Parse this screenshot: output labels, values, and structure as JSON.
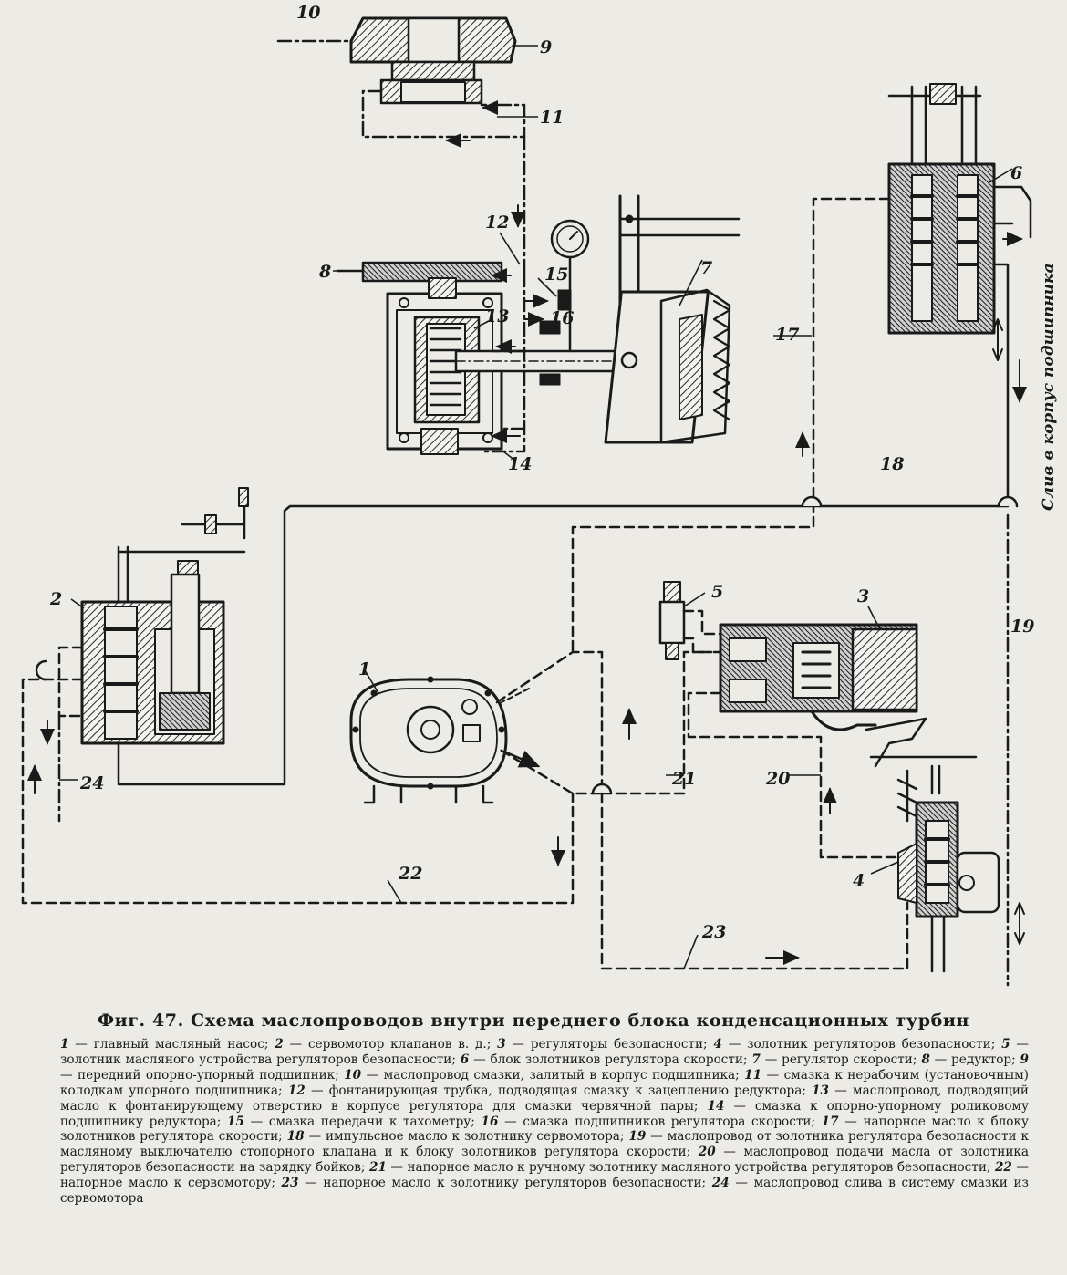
{
  "figure": {
    "caption_title": "Фиг. 47. Схема маслопроводов внутри переднего блока конденсационных турбин",
    "labels": {
      "l1": "1",
      "l2": "2",
      "l3": "3",
      "l4": "4",
      "l5": "5",
      "l6": "6",
      "l7": "7",
      "l8": "8",
      "l9": "9",
      "l10": "10",
      "l11": "11",
      "l12": "12",
      "l13": "13",
      "l14": "14",
      "l15": "15",
      "l16": "16",
      "l17": "17",
      "l18": "18",
      "l19": "19",
      "l20": "20",
      "l21": "21",
      "l22": "22",
      "l23": "23",
      "l24": "24"
    },
    "side_note": "Слив в корпус подшипника",
    "legend": [
      {
        "num": "1",
        "text": "главный масляный насос"
      },
      {
        "num": "2",
        "text": "сервомотор клапанов в. д."
      },
      {
        "num": "3",
        "text": "регуляторы безопасности"
      },
      {
        "num": "4",
        "text": "золотник регуляторов безопасности"
      },
      {
        "num": "5",
        "text": "золотник масляного устройства регуляторов безопасности"
      },
      {
        "num": "6",
        "text": "блок золотников регулятора скорости"
      },
      {
        "num": "7",
        "text": "регулятор скорости"
      },
      {
        "num": "8",
        "text": "редуктор"
      },
      {
        "num": "9",
        "text": "передний опорно-упорный подшипник"
      },
      {
        "num": "10",
        "text": "маслопровод смазки, залитый в корпус подшипника"
      },
      {
        "num": "11",
        "text": "смазка к нерабочим (установочным) колодкам упорного подшипника"
      },
      {
        "num": "12",
        "text": "фонтанирующая трубка, подводящая смазку к зацеплению редуктора"
      },
      {
        "num": "13",
        "text": "маслопровод, подводящий масло к фонтанирующему отверстию в корпусе регулятора для смазки червячной пары"
      },
      {
        "num": "14",
        "text": "смазка к опорно-упорному роликовому подшипнику редуктора"
      },
      {
        "num": "15",
        "text": "смазка передачи к тахометру"
      },
      {
        "num": "16",
        "text": "смазка подшипников регулятора скорости"
      },
      {
        "num": "17",
        "text": "напорное масло к блоку золотников регулятора скорости"
      },
      {
        "num": "18",
        "text": "импульсное масло к золотнику сервомотора"
      },
      {
        "num": "19",
        "text": "маслопровод от золотника регулятора безопасности к масляному выключателю стопорного клапана и к блоку золотников регулятора скорости"
      },
      {
        "num": "20",
        "text": "маслопровод подачи масла от золотника регуляторов безопасности на зарядку бойков"
      },
      {
        "num": "21",
        "text": "напорное масло к ручному золотнику масляного устройства регуляторов безопасности"
      },
      {
        "num": "22",
        "text": "напорное масло к сервомотору"
      },
      {
        "num": "23",
        "text": "напорное масло к золотнику регуляторов безопасности"
      },
      {
        "num": "24",
        "text": "маслопровод слива в систему смазки из сервомотора"
      }
    ]
  },
  "colors": {
    "ink": "#1a1a1a",
    "paper": "#ecebe6",
    "hatch": "#3a3a3a"
  }
}
